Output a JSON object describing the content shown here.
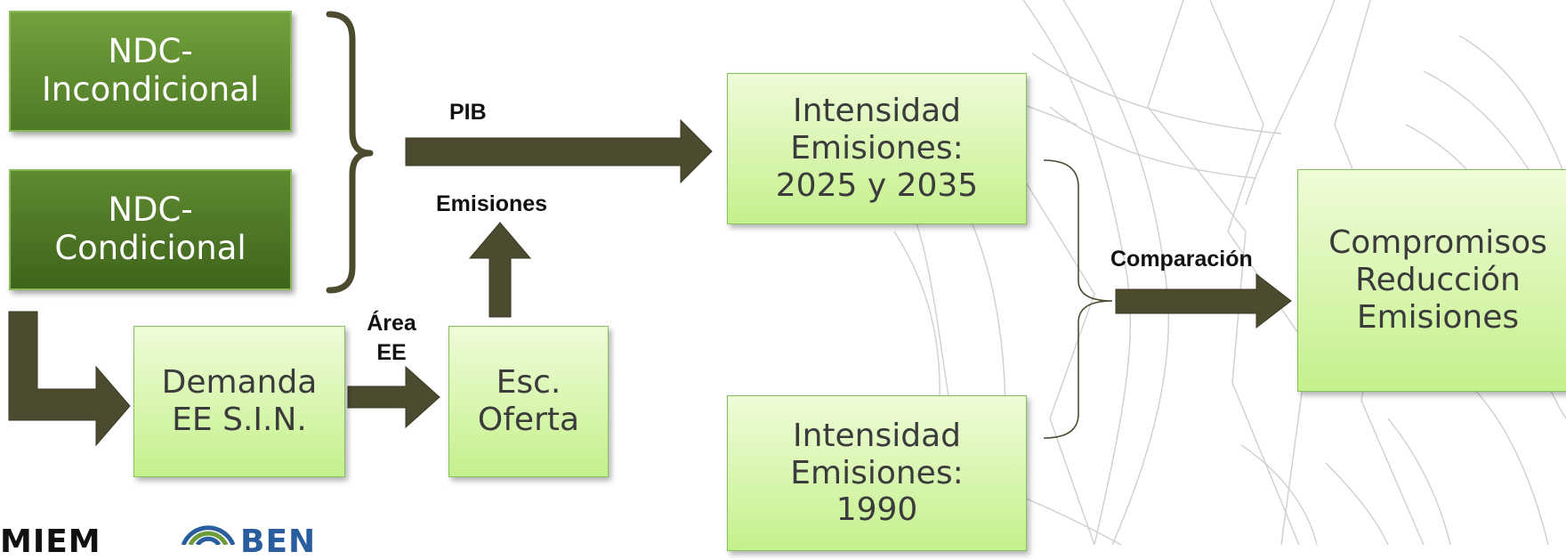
{
  "boxes": {
    "ndc_incondicional": [
      "NDC-",
      "Incondicional"
    ],
    "ndc_condicional": [
      "NDC-",
      "Condicional"
    ],
    "demanda": [
      "Demanda",
      "EE S.I.N."
    ],
    "oferta": [
      "Esc.",
      "Oferta"
    ],
    "intensidad_2025": [
      "Intensidad",
      "Emisiones:",
      "2025 y 2035"
    ],
    "intensidad_1990": [
      "Intensidad",
      "Emisiones:",
      "1990"
    ],
    "compromisos": [
      "Compromisos",
      "Reducción",
      "Emisiones"
    ]
  },
  "labels": {
    "pib": "PIB",
    "emisiones": "Emisiones",
    "area_ee": [
      "Área",
      "EE"
    ],
    "comparacion": "Comparación"
  },
  "logos": {
    "miem": "MIEM",
    "ben": "BEN"
  },
  "colors": {
    "arrow": "#4c4a2f",
    "box_dark": "#5e8a30",
    "box_light": "#d9f5b0",
    "border_light": "#86c05a"
  }
}
